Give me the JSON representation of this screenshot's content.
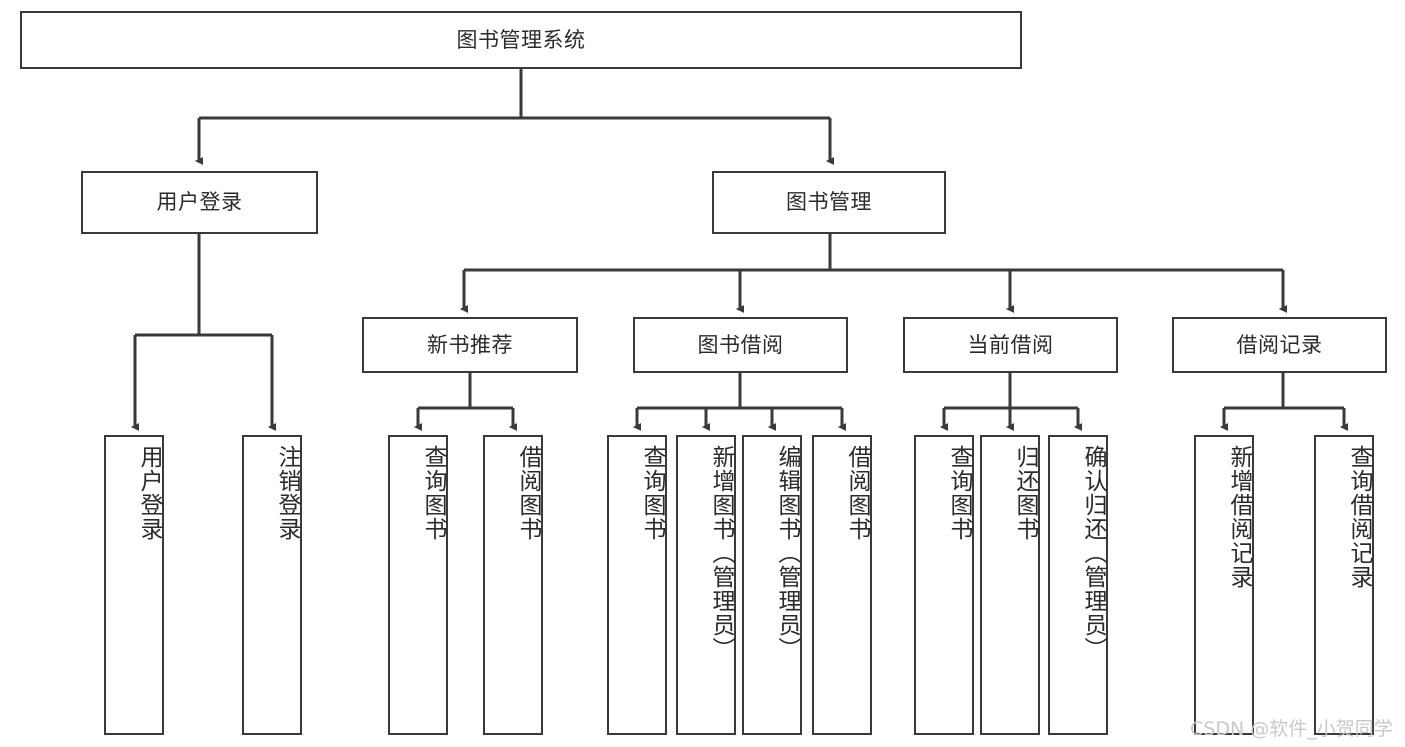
{
  "diagram": {
    "title": "图书管理系统",
    "type": "tree-hierarchy",
    "watermark": "CSDN @软件_小贺同学",
    "colors": {
      "background": "#ffffff",
      "box_border": "#3a3a3a",
      "box_fill": "#ffffff",
      "edge": "#3a3a3a",
      "text": "#2b2b2b",
      "watermark": "#c9c9c9"
    },
    "root": {
      "id": "root",
      "label": "图书管理系统"
    },
    "level1": [
      {
        "id": "user-login",
        "label": "用户登录"
      },
      {
        "id": "book-management",
        "label": "图书管理"
      }
    ],
    "level2": [
      {
        "id": "new-book-recommend",
        "label": "新书推荐",
        "parent": "book-management"
      },
      {
        "id": "book-borrow",
        "label": "图书借阅",
        "parent": "book-management"
      },
      {
        "id": "current-borrow",
        "label": "当前借阅",
        "parent": "book-management"
      },
      {
        "id": "borrow-record",
        "label": "借阅记录",
        "parent": "book-management"
      }
    ],
    "leaves": [
      {
        "id": "leaf-user-login",
        "label": "用户登录",
        "parent": "user-login"
      },
      {
        "id": "leaf-logout",
        "label": "注销登录",
        "parent": "user-login"
      },
      {
        "id": "leaf-query-book-1",
        "label": "查询图书",
        "parent": "new-book-recommend"
      },
      {
        "id": "leaf-borrow-book-1",
        "label": "借阅图书",
        "parent": "new-book-recommend"
      },
      {
        "id": "leaf-query-book-2",
        "label": "查询图书",
        "parent": "book-borrow"
      },
      {
        "id": "leaf-add-book",
        "label": "新增图书（管理员）",
        "parent": "book-borrow"
      },
      {
        "id": "leaf-edit-book",
        "label": "编辑图书（管理员）",
        "parent": "book-borrow"
      },
      {
        "id": "leaf-borrow-book-2",
        "label": "借阅图书",
        "parent": "book-borrow"
      },
      {
        "id": "leaf-query-book-3",
        "label": "查询图书",
        "parent": "current-borrow"
      },
      {
        "id": "leaf-return-book",
        "label": "归还图书",
        "parent": "current-borrow"
      },
      {
        "id": "leaf-confirm-return",
        "label": "确认归还（管理员）",
        "parent": "current-borrow"
      },
      {
        "id": "leaf-add-record",
        "label": "新增借阅记录",
        "parent": "borrow-record"
      },
      {
        "id": "leaf-query-record",
        "label": "查询借阅记录",
        "parent": "borrow-record"
      }
    ]
  }
}
